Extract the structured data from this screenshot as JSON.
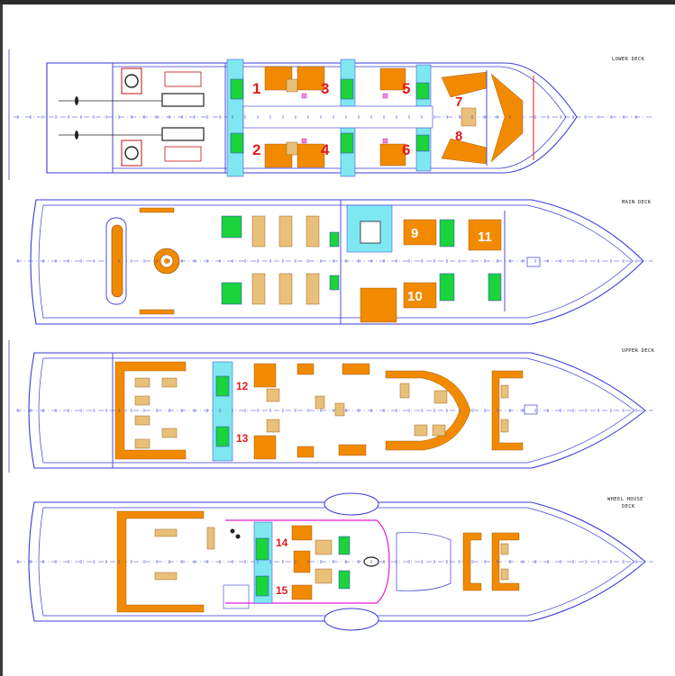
{
  "decks": {
    "lower": {
      "title": "LOWER DECK",
      "cabins": [
        "1",
        "2",
        "3",
        "4",
        "5",
        "6",
        "7",
        "8"
      ]
    },
    "main": {
      "title": "MAIN DECK",
      "cabins": [
        "9",
        "10",
        "11"
      ]
    },
    "upper": {
      "title": "UPPER DECK",
      "cabins": [
        "12",
        "13"
      ]
    },
    "wheel": {
      "title_line1": "WHEEL HOUSE",
      "title_line2": "DECK",
      "cabins": [
        "14",
        "15"
      ]
    }
  },
  "colors": {
    "hull_line": "#3b3bd9",
    "cabin_number": "#e21b1b",
    "bathroom": "#1bd33b",
    "corridor": "#7fe7f0",
    "furniture": "#f28a00",
    "wheelhouse_outline": "#e51bd6"
  }
}
